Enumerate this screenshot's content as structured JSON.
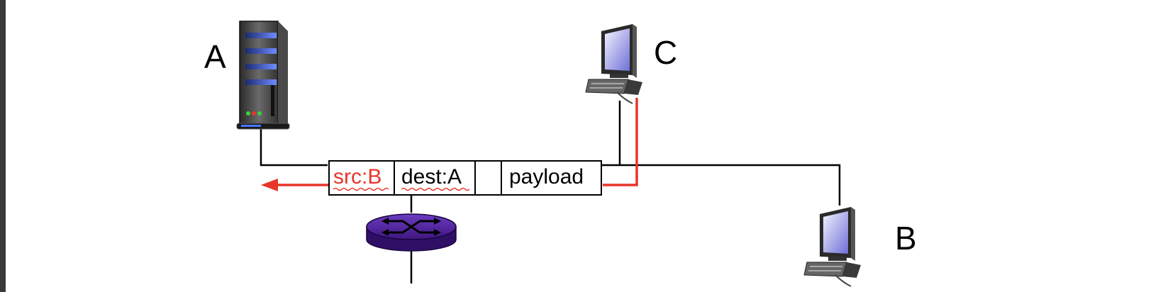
{
  "nodes": {
    "a_label": "A",
    "b_label": "B",
    "c_label": "C"
  },
  "packet": {
    "src": "src:B",
    "dest": "dest:A",
    "payload": "payload"
  },
  "icons": {
    "server": "server-icon",
    "host": "desktop-computer-icon",
    "switch": "switch-icon"
  },
  "colors": {
    "spoof_highlight": "#e8352a",
    "switch": "#4b1a8c",
    "link": "#000000"
  }
}
